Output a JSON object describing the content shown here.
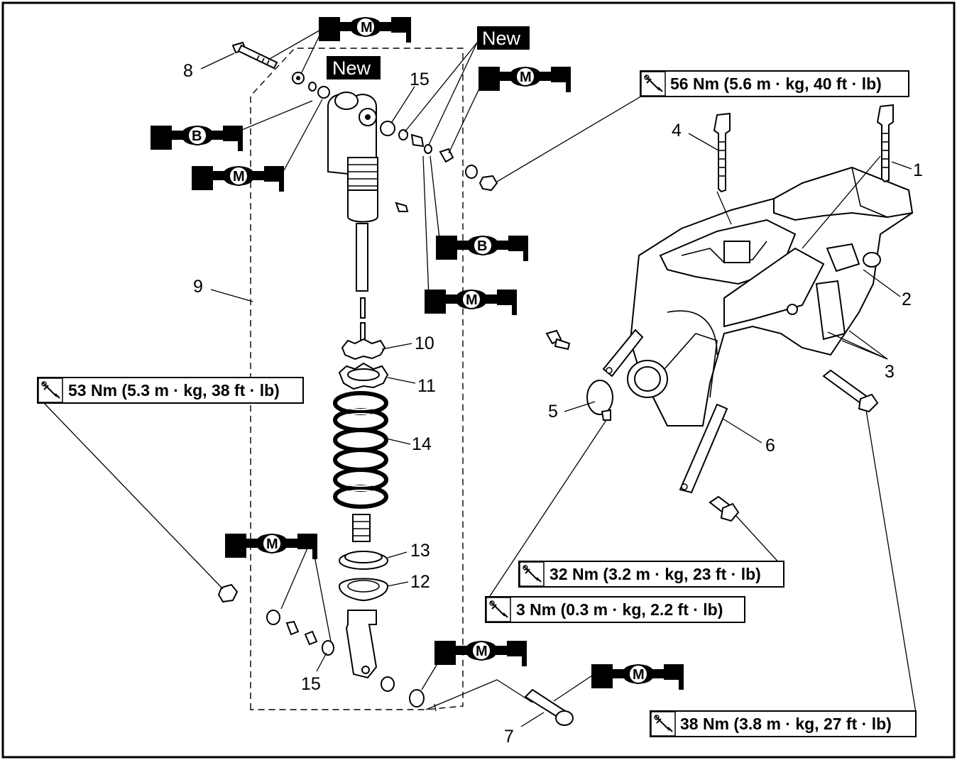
{
  "torque_specs": [
    {
      "id": "t56",
      "text": "56 Nm (5.6 m · kg, 40 ft · lb)"
    },
    {
      "id": "t53",
      "text": "53 Nm (5.3 m · kg, 38 ft · lb)"
    },
    {
      "id": "t32",
      "text": "32 Nm (3.2 m · kg, 23 ft · lb)"
    },
    {
      "id": "t3",
      "text": "3 Nm (0.3 m · kg, 2.2 ft · lb)"
    },
    {
      "id": "t38",
      "text": "38 Nm (3.8 m · kg, 27 ft · lb)"
    }
  ],
  "new_labels": [
    "New",
    "New"
  ],
  "lubricant_symbols": {
    "molybdenum": "M",
    "bearing": "B"
  },
  "part_numbers": [
    "1",
    "2",
    "3",
    "4",
    "5",
    "6",
    "7",
    "8",
    "9",
    "10",
    "11",
    "12",
    "13",
    "14",
    "15",
    "15"
  ],
  "icons": [
    "torque-wrench-icon",
    "lubricant-gun-icon"
  ]
}
